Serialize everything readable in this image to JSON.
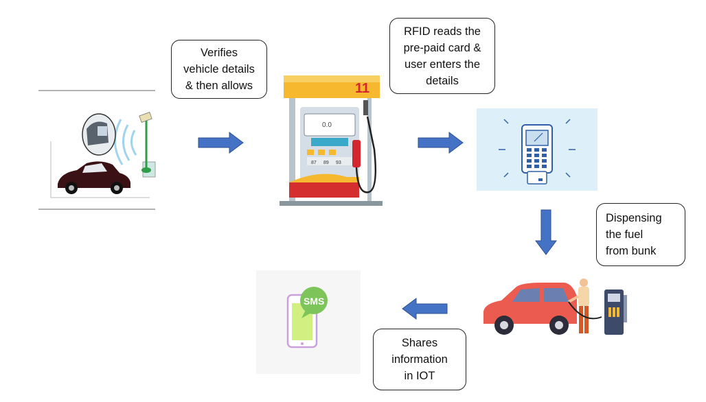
{
  "callouts": {
    "verify": "Verifies\nvehicle details\n& then  allows",
    "rfid": "RFID reads the\npre-paid card &\nuser enters the\ndetails",
    "dispense": "Dispensing\nthe fuel\nfrom bunk",
    "share": "Shares\ninformation\nin IOT"
  },
  "pump_number": "11",
  "sms_label": "SMS",
  "pump_screen_text": "0.0",
  "pump_buttons": [
    "87",
    "89",
    "93"
  ],
  "colors": {
    "arrow": "#4472C4",
    "arrow_stroke": "#2F528F",
    "pump_yellow": "#F5B82E",
    "pump_red": "#D3262E",
    "car_red": "#EC5B4F",
    "sms_green": "#7DC55A",
    "terminal_blue": "#2E5FA8",
    "panel_blue": "#DDEFF8"
  },
  "icons": [
    "car-rfid-icon",
    "fuel-pump-icon",
    "card-terminal-icon",
    "car-refuel-icon",
    "sms-phone-icon"
  ]
}
